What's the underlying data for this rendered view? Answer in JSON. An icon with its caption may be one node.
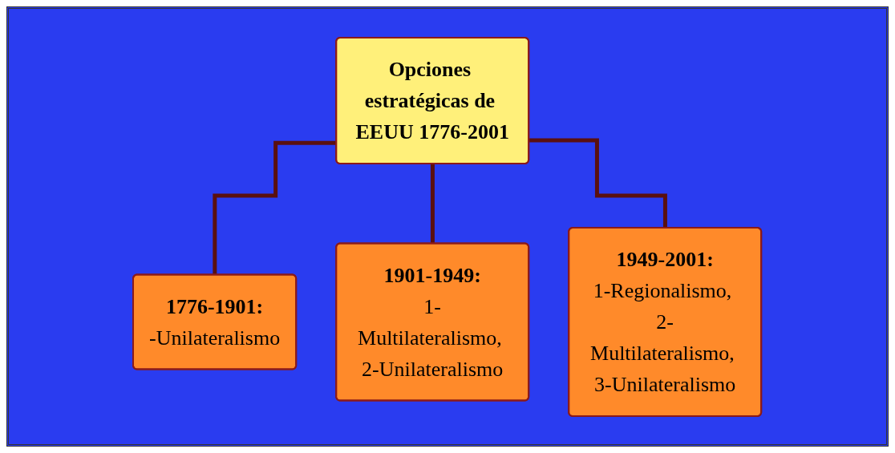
{
  "diagram": {
    "nodes": [
      {
        "text": [
          "Opciones estratégicas de EEUU 1776-2001"
        ]
      },
      {
        "text": [
          "1776-1901:",
          "-Unilateralismo"
        ]
      },
      {
        "text": [
          "1901-1949:",
          "1-Multilateralismo, 2-Unilateralismo"
        ]
      },
      {
        "text": [
          "1949-2001:",
          "1-Regionalismo, 2-Multilateralismo, 3-Unilateralismo"
        ]
      }
    ],
    "edges": [
      {
        "from": 0,
        "to": 1,
        "arrow": "none"
      },
      {
        "from": 0,
        "to": 2,
        "arrow": "none"
      },
      {
        "from": 0,
        "to": 3,
        "arrow": "none"
      }
    ]
  }
}
